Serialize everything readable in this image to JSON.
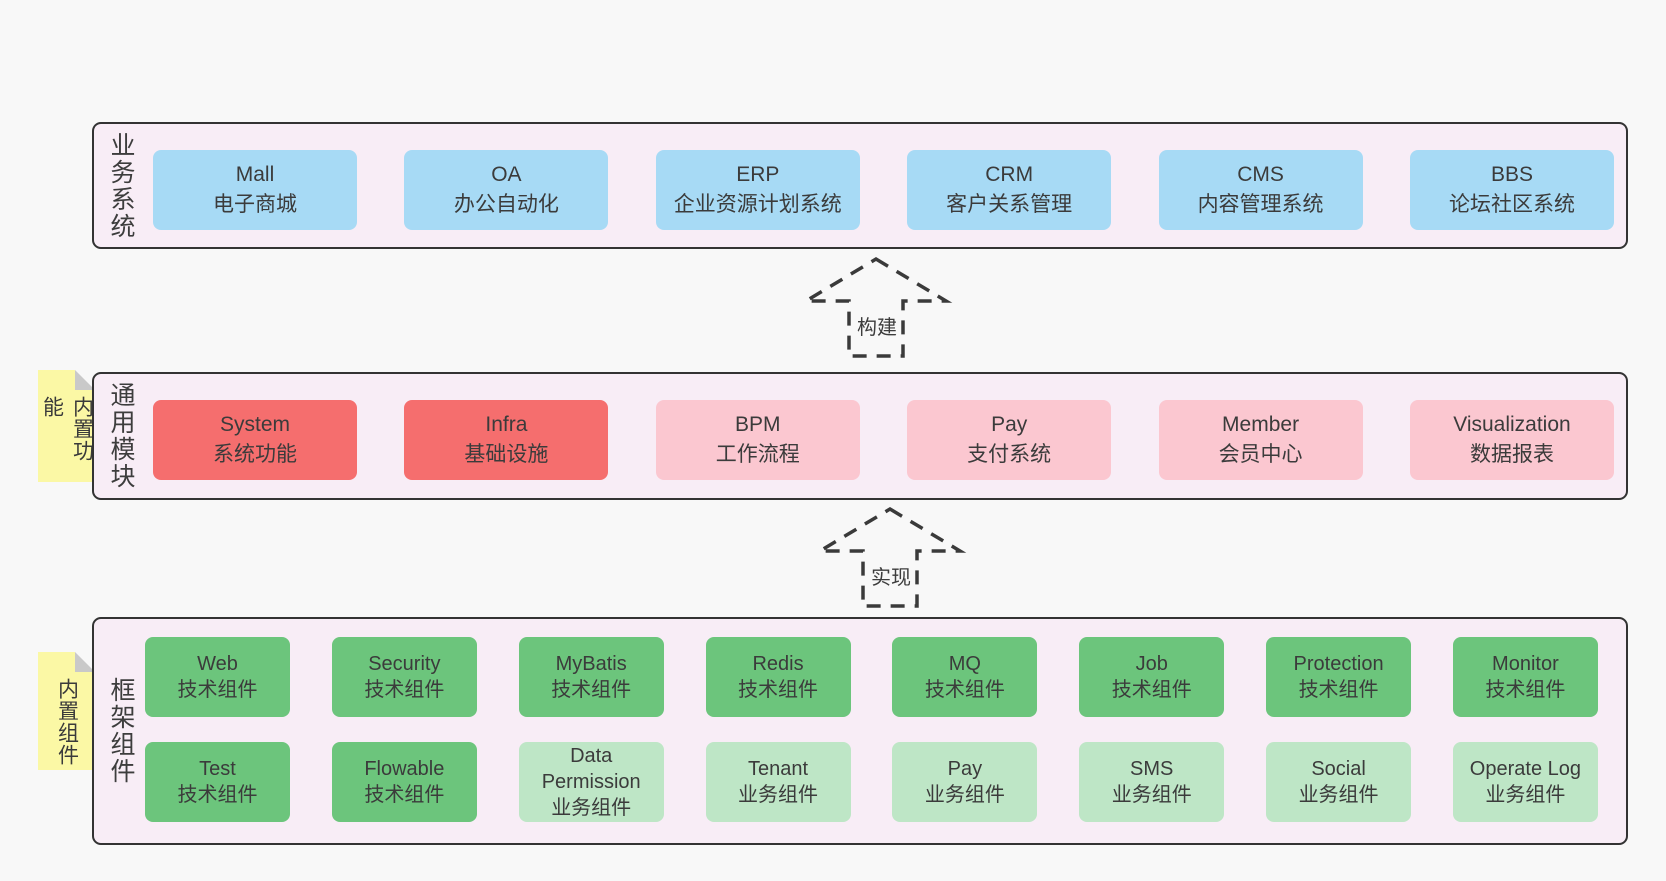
{
  "colors": {
    "page_background": "#f8f8f8",
    "layer_background": "#f8edf6",
    "layer_border": "#333333",
    "box_blue": "#a7daf5",
    "box_red": "#f56e6e",
    "box_pink": "#fbc7d0",
    "box_green": "#6cc57c",
    "box_green_light": "#bee6c6",
    "note_yellow": "#fbf8a5",
    "note_fold": "#c9c9c9",
    "arrow_stroke": "#3a3a3a",
    "text": "#3b3b3b"
  },
  "arrows": {
    "build": "构建",
    "implement": "实现"
  },
  "layers": {
    "business": {
      "label": "业务系统",
      "boxes": [
        {
          "name": "Mall",
          "desc": "电子商城"
        },
        {
          "name": "OA",
          "desc": "办公自动化"
        },
        {
          "name": "ERP",
          "desc": "企业资源计划系统"
        },
        {
          "name": "CRM",
          "desc": "客户关系管理"
        },
        {
          "name": "CMS",
          "desc": "内容管理系统"
        },
        {
          "name": "BBS",
          "desc": "论坛社区系统"
        }
      ]
    },
    "modules": {
      "label": "通用模块",
      "note": "内置功能",
      "boxes": [
        {
          "name": "System",
          "desc": "系统功能"
        },
        {
          "name": "Infra",
          "desc": "基础设施"
        },
        {
          "name": "BPM",
          "desc": "工作流程"
        },
        {
          "name": "Pay",
          "desc": "支付系统"
        },
        {
          "name": "Member",
          "desc": "会员中心"
        },
        {
          "name": "Visualization",
          "desc": "数据报表"
        }
      ]
    },
    "components": {
      "label": "框架组件",
      "note": "内置组件",
      "row1": [
        {
          "name": "Web",
          "desc": "技术组件"
        },
        {
          "name": "Security",
          "desc": "技术组件"
        },
        {
          "name": "MyBatis",
          "desc": "技术组件"
        },
        {
          "name": "Redis",
          "desc": "技术组件"
        },
        {
          "name": "MQ",
          "desc": "技术组件"
        },
        {
          "name": "Job",
          "desc": "技术组件"
        },
        {
          "name": "Protection",
          "desc": "技术组件"
        },
        {
          "name": "Monitor",
          "desc": "技术组件"
        }
      ],
      "row2": [
        {
          "name": "Test",
          "desc": "技术组件"
        },
        {
          "name": "Flowable",
          "desc": "技术组件"
        },
        {
          "name": "Data Permission",
          "desc": "业务组件"
        },
        {
          "name": "Tenant",
          "desc": "业务组件"
        },
        {
          "name": "Pay",
          "desc": "业务组件"
        },
        {
          "name": "SMS",
          "desc": "业务组件"
        },
        {
          "name": "Social",
          "desc": "业务组件"
        },
        {
          "name": "Operate Log",
          "desc": "业务组件"
        }
      ]
    }
  }
}
